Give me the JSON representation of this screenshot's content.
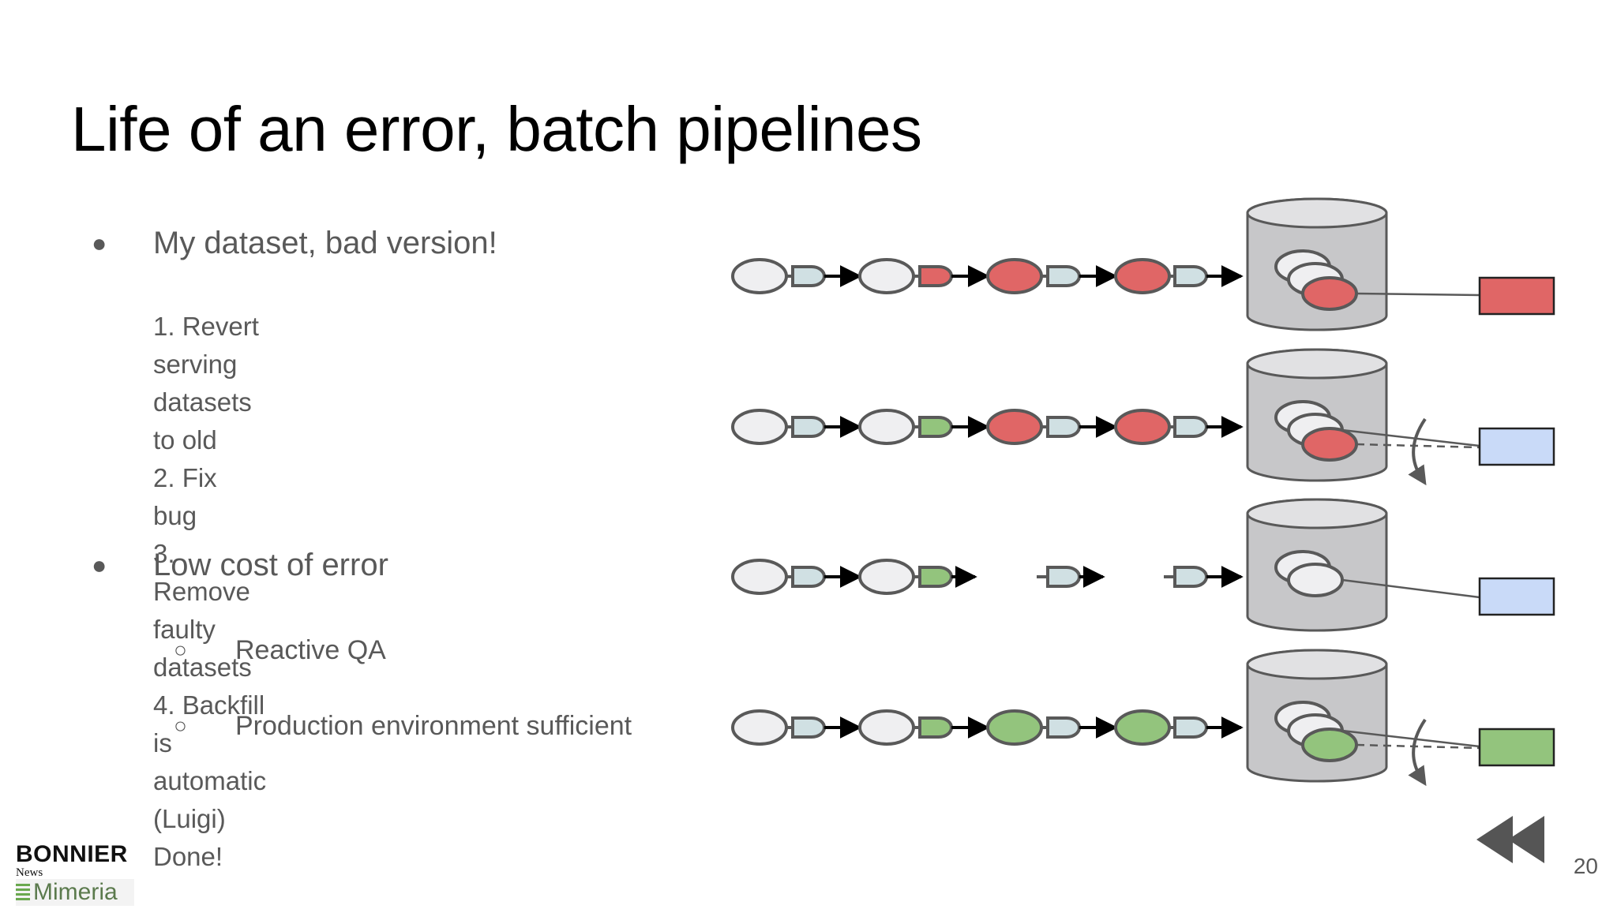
{
  "slide": {
    "title": "Life of an error, batch pipelines",
    "page_number": "20"
  },
  "bullets": [
    {
      "text": "My dataset, bad version!"
    },
    {
      "text": "Low cost of error"
    }
  ],
  "steps": [
    "1. Revert serving datasets to old",
    "2. Fix bug",
    "3. Remove faulty datasets",
    "4. Backfill is automatic (Luigi)",
    "Done!"
  ],
  "sub_bullets": [
    {
      "text": "Reactive QA"
    },
    {
      "text": "Production environment sufficient"
    }
  ],
  "logos": {
    "bonnier": "BONNIER",
    "news": "News",
    "mimeria": "Mimeria"
  },
  "icons": {
    "bullet": "bullet-dot-icon",
    "sub_bullet": "ring-icon",
    "rewind": "rewind-icon"
  },
  "colors": {
    "red": "#e06666",
    "green": "#93c47d",
    "blue": "#c9daf8",
    "light": "#efeff1",
    "task": "#d0e0e3",
    "db": "#c7c7c9",
    "db_top": "#e1e1e3",
    "stroke": "#595959"
  },
  "diagram_rows": [
    {
      "datasets": [
        "light",
        "light",
        "red",
        "red"
      ],
      "tasks": [
        "task",
        "red",
        "task",
        "task"
      ],
      "broken_after": null,
      "store": [
        "light",
        "light",
        "red"
      ],
      "output": "red",
      "link_to": 2,
      "rollback": false
    },
    {
      "datasets": [
        "light",
        "light",
        "red",
        "red"
      ],
      "tasks": [
        "task",
        "green",
        "task",
        "task"
      ],
      "broken_after": null,
      "store": [
        "light",
        "light",
        "red"
      ],
      "output": "blue",
      "link_to": 1,
      "rollback": true
    },
    {
      "datasets": [
        "light",
        "light",
        null,
        null
      ],
      "tasks": [
        "task",
        "green",
        "task",
        "task"
      ],
      "broken_after": 2,
      "store": [
        "light",
        "light"
      ],
      "output": "blue",
      "link_to": 1,
      "rollback": false
    },
    {
      "datasets": [
        "light",
        "light",
        "green",
        "green"
      ],
      "tasks": [
        "task",
        "green",
        "task",
        "task"
      ],
      "broken_after": null,
      "store": [
        "light",
        "light",
        "green"
      ],
      "output": "green",
      "link_to": 1,
      "rollback": true
    }
  ]
}
